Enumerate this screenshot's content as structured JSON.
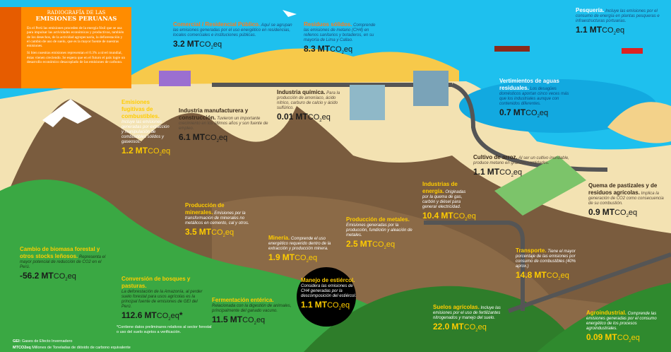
{
  "intro": {
    "title_line1": "RADIOGRAFÍA DE LAS",
    "title_line2": "EMISIONES PERUANAS",
    "paragraph1": "En el Perú las emisiones proceden de la energía fósil que se usa para impulsar las actividades económicas y productivas, también de los desechos, de la actividad agropecuaria, la deforestación y el cambio de uso de suelo, que es la mayor fuente de nuestras emisiones.",
    "paragraph2": "Si bien nuestras emisiones representan el 0.3% a nivel mundial, éstas vienen creciendo. Se espera que en el futuro el país logre un desarrollo económico desacoplado de las emisiones de carbono."
  },
  "unit": {
    "mt": "MT",
    "co": "CO",
    "sub": "2",
    "eq": "eq"
  },
  "sectors": {
    "comercial": {
      "title": "Comercial / Residencial Público.",
      "desc": "Aquí se agrupan las emisiones generadas por el uso energético en residencias, locales comerciales e instituciones públicas.",
      "value": "3.2"
    },
    "residuos": {
      "title": "Residuos sólidos.",
      "desc": "Comprende las emisiones de metano (CH4) en rellenos sanitarios y botaderos, en su mayoría de Lima y Callao.",
      "value": "8.3"
    },
    "pesqueria": {
      "title": "Pesquería.",
      "desc": "Incluye las emisiones por el consumo de energía en plantas pesqueras e infraestructuras portuarias.",
      "value": "1.1"
    },
    "quimica": {
      "title": "Industria química.",
      "desc": "Para la producción de amoníaco, ácido nítrico, carburo de calcio y ácido sulfúrico.",
      "value": "0.01"
    },
    "fugitivas": {
      "title": "Emisiones fugitivas de combustibles.",
      "desc": "Incluye las emisiones generadas por extracción y manipulación de combustibles sólidos y gaseosos.",
      "value": "1.2"
    },
    "manufacturera": {
      "title": "Industria manufacturera y construcción.",
      "desc": "Tuvieron un importante crecimiento en los últimos años y son fuente de empleo.",
      "value": "6.1"
    },
    "vertimientos": {
      "title": "Vertimientos de aguas residuales.",
      "desc": "Los desagües domésticos aportan cinco veces más que los industriales aunque con contenidos diferentes.",
      "value": "0.7"
    },
    "arroz": {
      "title": "Cultivo de arroz.",
      "desc": "Al ser un cultivo inundable, produce metano en grandes cantidades.",
      "value": "1.1"
    },
    "energia": {
      "title": "Industrias de energía.",
      "desc": "Originadas por la quema de gas, carbón y diésel para generar electricidad.",
      "value": "10.4"
    },
    "quema": {
      "title": "Quema de pastizales y de residuos agrícolas.",
      "desc": "Implica la generación de CO2 como consecuencia de su combustión.",
      "value": "0.9"
    },
    "minerales": {
      "title": "Producción de minerales.",
      "desc": "Emisiones por la transformación de minerales no metálicos en cemento, cal y otros.",
      "value": "3.5"
    },
    "mineria": {
      "title": "Minería.",
      "desc": "Comprende el uso energético requerido dentro de la extracción y producción minera.",
      "value": "1.9"
    },
    "metales": {
      "title": "Producción de metales.",
      "desc": "Emisiones generadas por la producción, fundición y aleación de metales.",
      "value": "2.5"
    },
    "transporte": {
      "title": "Transporte.",
      "desc": "Tiene el mayor porcentaje de las emisiones por consumo de combustibles (40% aprox.)",
      "value": "14.8"
    },
    "biomasa": {
      "title": "Cambio de biomasa forestal y otros stocks leñosos.",
      "desc": "Representa el mayor potencial de reducción de CO2 en el Perú.",
      "value": "-56.2"
    },
    "conversion": {
      "title": "Conversión de bosques y pasturas.",
      "desc": "La deforestación de la Amazonía, al perder suelo forestal para usos agrícolas es la principal fuente de emisiones de GEI del Perú.",
      "value": "112.6",
      "mark": "*"
    },
    "fermentacion": {
      "title": "Fermentación entérica.",
      "desc": "Relacionada con la digestión de animales, principalmente del ganado vacuno.",
      "value": "11.5"
    },
    "estiercol": {
      "title": "Manejo de estiércol.",
      "desc": "Considera las emisiones de CH4 generadas por la descomposición del estiércol.",
      "value": "1.1"
    },
    "suelos": {
      "title": "Suelos agrícolas.",
      "desc": "Incluye las emisiones por el uso de fertilizantes nitrogenados y manejo del suelo.",
      "value": "22.0"
    },
    "agroindustrial": {
      "title": "Agroindustrial.",
      "desc": "Comprende las emisiones generadas por el consumo energético de los procesos agroindustriales.",
      "value": "0.09"
    }
  },
  "footnote": "*Contiene datos preliminares relativos al sector forestal o uso del suelo sujetos a verificación.",
  "legend": [
    {
      "abbr": "GEI:",
      "text": "Gases de Efecto Invernadero"
    },
    {
      "abbr": "MTCO2eq",
      "text": "Millones de Toneladas de dióxido de carbono equivalente"
    }
  ]
}
